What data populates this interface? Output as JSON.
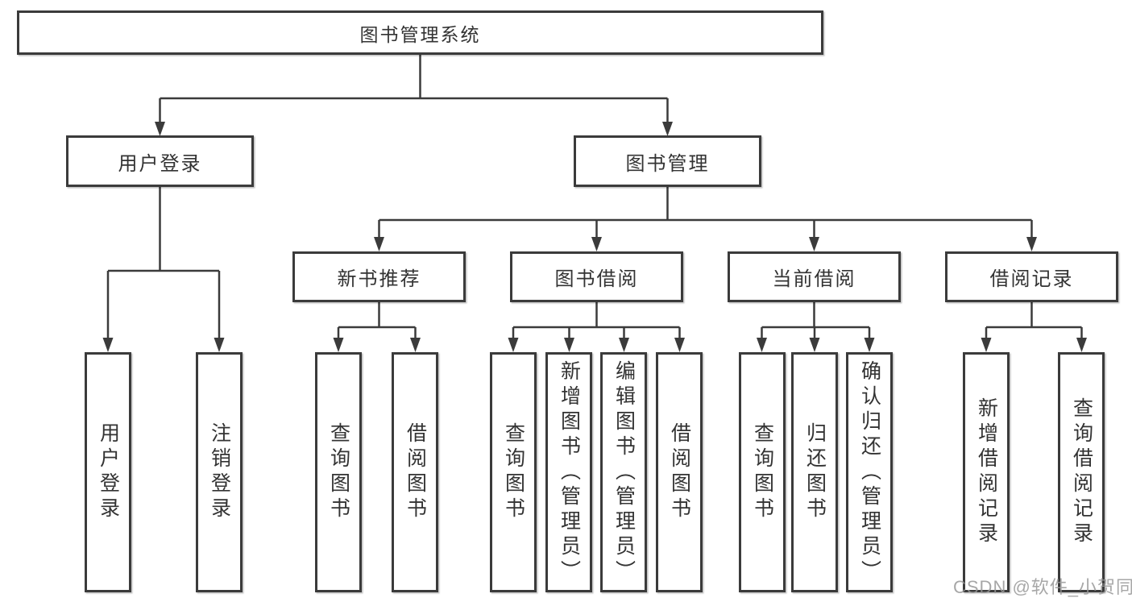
{
  "diagram_title": "图书管理系统",
  "tree": {
    "root": {
      "label": "图书管理系统"
    },
    "branches": [
      {
        "label": "用户登录",
        "children": [
          {
            "label": "用户登录"
          },
          {
            "label": "注销登录"
          }
        ]
      },
      {
        "label": "图书管理",
        "children": [
          {
            "label": "新书推荐",
            "children": [
              {
                "label": "查询图书"
              },
              {
                "label": "借阅图书"
              }
            ]
          },
          {
            "label": "图书借阅",
            "children": [
              {
                "label": "查询图书"
              },
              {
                "label": "新增图书（管理员）"
              },
              {
                "label": "编辑图书（管理员）"
              },
              {
                "label": "借阅图书"
              }
            ]
          },
          {
            "label": "当前借阅",
            "children": [
              {
                "label": "查询图书"
              },
              {
                "label": "归还图书"
              },
              {
                "label": "确认归还（管理员）"
              }
            ]
          },
          {
            "label": "借阅记录",
            "children": [
              {
                "label": "新增借阅记录"
              },
              {
                "label": "查询借阅记录"
              }
            ]
          }
        ]
      }
    ]
  },
  "watermark": {
    "text": "CSDN @软件_小贺同学"
  },
  "colors": {
    "line": "#3b3b3b",
    "box_border": "#3b3b3b",
    "text": "#333333",
    "watermark": "#989898",
    "background": "#ffffff"
  }
}
